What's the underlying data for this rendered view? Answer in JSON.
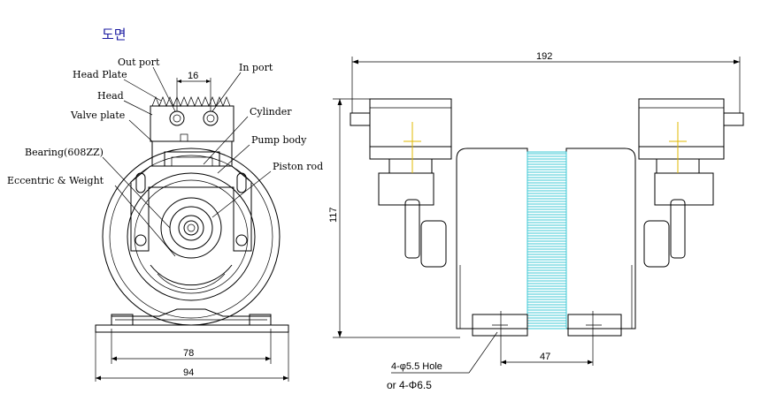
{
  "title": "도면",
  "front_view": {
    "labels": {
      "out_port": "Out port",
      "head_plate": "Head Plate",
      "head": "Head",
      "valve_plate": "Valve plate",
      "bearing": "Bearing(608ZZ)",
      "eccentric": "Eccentric & Weight",
      "in_port": "In port",
      "cylinder": "Cylinder",
      "pump_body": "Pump body",
      "piston_rod": "Piston rod"
    },
    "dims": {
      "port_spacing": "16",
      "mount_holes": "78",
      "base_width": "94"
    }
  },
  "side_view": {
    "dims": {
      "overall_length": "192",
      "height": "117",
      "hole_spacing": "47"
    },
    "notes": {
      "hole_note": "4-φ5.5  Hole",
      "hole_note_alt": "or 4-Φ6.5"
    }
  },
  "colors": {
    "title": "#1a1aa0",
    "motor_coil": "#3fc9d6",
    "centerline": "#e0b800"
  }
}
